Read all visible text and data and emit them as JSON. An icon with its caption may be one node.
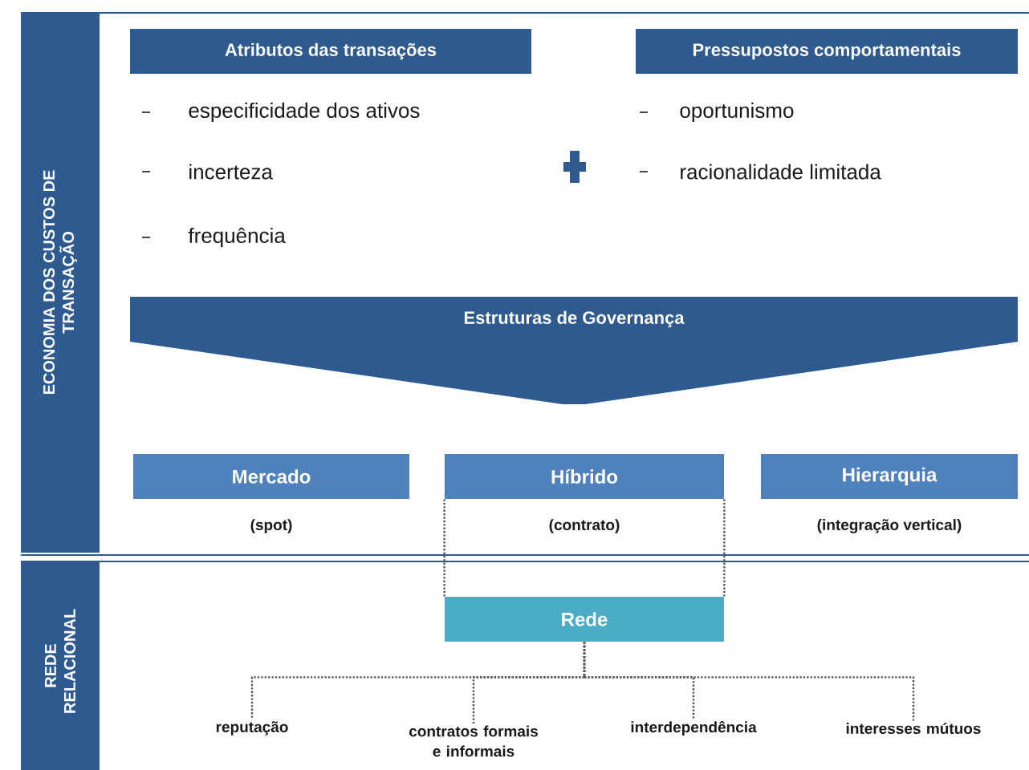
{
  "diagram": {
    "nodes": [
      {
        "text": [
          "ECONOMIA DOS CUSTOS DE TRANSAÇÃO"
        ]
      },
      {
        "text": [
          "REDE RELACIONAL"
        ]
      },
      {
        "text": [
          "Atributos das transações"
        ]
      },
      {
        "text": [
          "Pressupostos comportamentais"
        ]
      },
      {
        "text": [
          "Estruturas de Governança"
        ]
      },
      {
        "text": [
          "Mercado"
        ],
        "beside": [
          "(spot)"
        ]
      },
      {
        "text": [
          "Híbrido"
        ],
        "beside": [
          "(contrato)"
        ]
      },
      {
        "text": [
          "Hierarquia"
        ],
        "beside": [
          "(integração vertical)"
        ]
      },
      {
        "text": [
          "Rede"
        ]
      },
      {
        "text": [
          "reputação"
        ]
      },
      {
        "text": [
          "contratos formais e informais"
        ]
      },
      {
        "text": [
          "interdependência"
        ]
      },
      {
        "text": [
          "interesses mútuos"
        ]
      }
    ],
    "edges": [
      {
        "from": 6,
        "to": 8,
        "arrow": "none",
        "style": "dashed"
      },
      {
        "from": 6,
        "to": 8,
        "arrow": "none",
        "style": "dashed"
      },
      {
        "from": 8,
        "to": 9,
        "arrow": "none",
        "style": "dashed"
      },
      {
        "from": 8,
        "to": 10,
        "arrow": "none",
        "style": "dashed"
      },
      {
        "from": 8,
        "to": 11,
        "arrow": "none",
        "style": "dashed"
      },
      {
        "from": 8,
        "to": 12,
        "arrow": "none",
        "style": "dashed"
      }
    ],
    "labels": [
      "especificidade dos ativos",
      "oportunismo",
      "incerteza",
      "racionalidade limitada",
      "frequência"
    ]
  }
}
